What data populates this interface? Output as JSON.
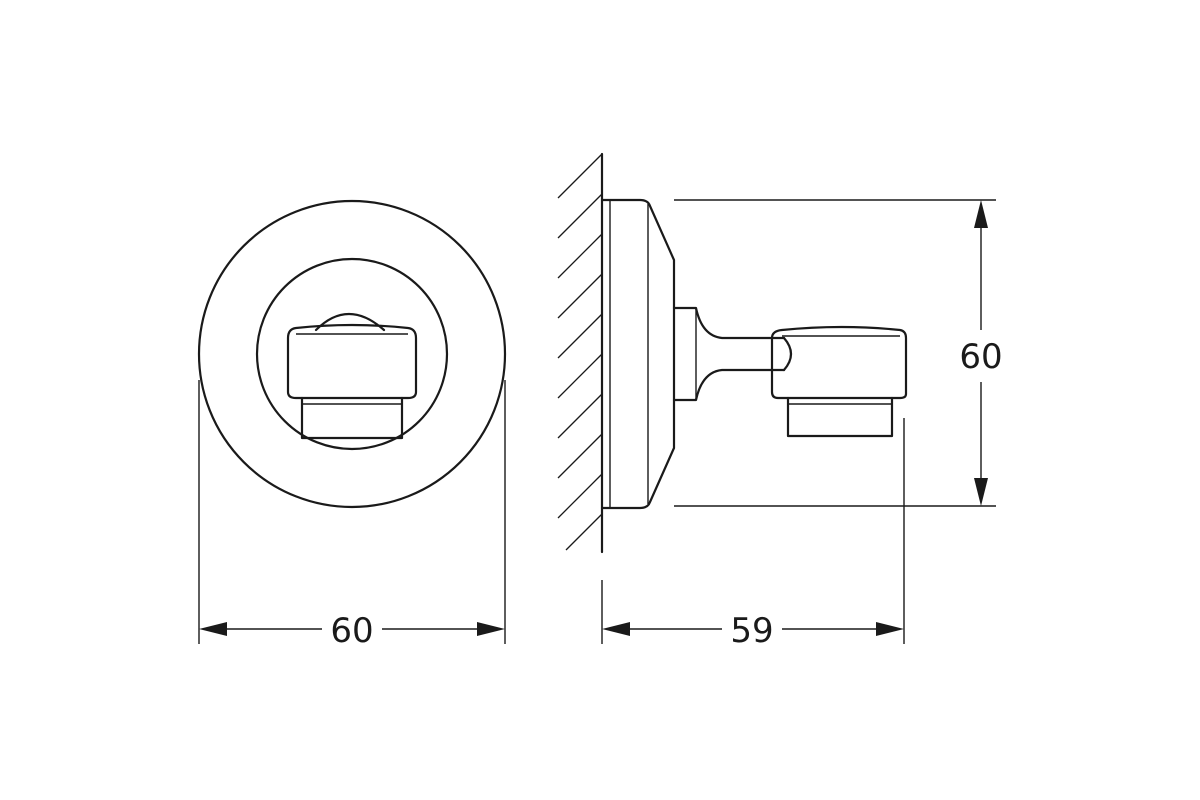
{
  "dimensions": {
    "front_width": "60",
    "side_depth": "59",
    "side_height": "60"
  },
  "colors": {
    "line": "#1a1a1a",
    "background": "#ffffff"
  }
}
